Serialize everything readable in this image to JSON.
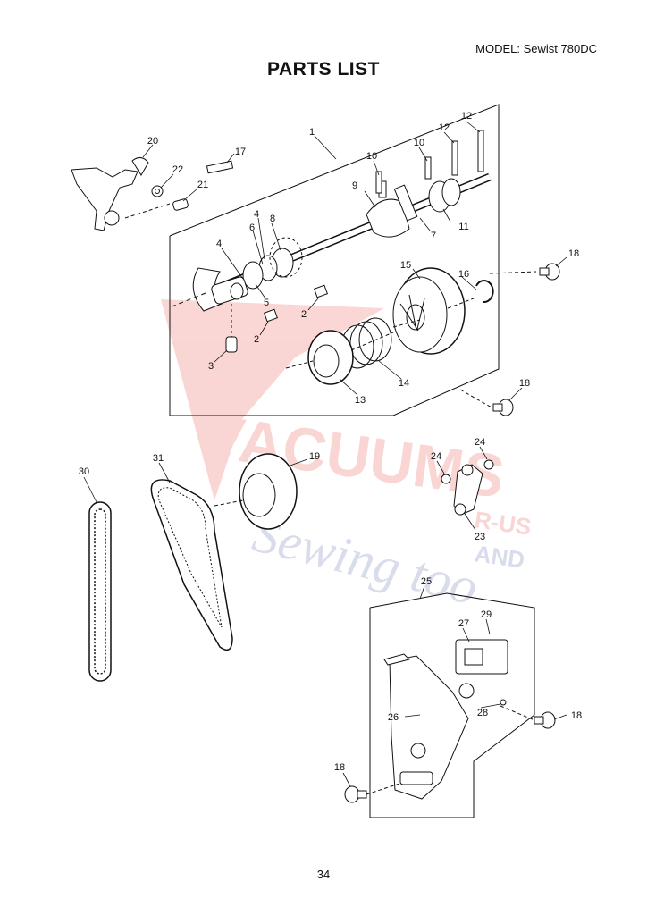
{
  "header": {
    "model": "MODEL: Sewist 780DC",
    "title": "PARTS LIST"
  },
  "footer": {
    "page_number": "34"
  },
  "watermark": {
    "line1": "VACUUMS",
    "line2": "R-US",
    "line3": "AND",
    "line4": "Sewing too"
  },
  "callouts": {
    "c1": "1",
    "c2a": "2",
    "c2b": "2",
    "c3": "3",
    "c4a": "4",
    "c4b": "4",
    "c5": "5",
    "c6": "6",
    "c7": "7",
    "c8": "8",
    "c9": "9",
    "c10a": "10",
    "c10b": "10",
    "c11": "11",
    "c12a": "12",
    "c12b": "12",
    "c13": "13",
    "c14": "14",
    "c15": "15",
    "c16": "16",
    "c17": "17",
    "c18a": "18",
    "c18b": "18",
    "c18c": "18",
    "c18d": "18",
    "c19": "19",
    "c20": "20",
    "c21": "21",
    "c22": "22",
    "c23": "23",
    "c24a": "24",
    "c24b": "24",
    "c25": "25",
    "c26": "26",
    "c27": "27",
    "c28": "28",
    "c29": "29",
    "c30": "30",
    "c31": "31"
  },
  "colors": {
    "ink": "#111111",
    "watermark_red": "#e8473f",
    "watermark_blue": "#5565a8"
  }
}
